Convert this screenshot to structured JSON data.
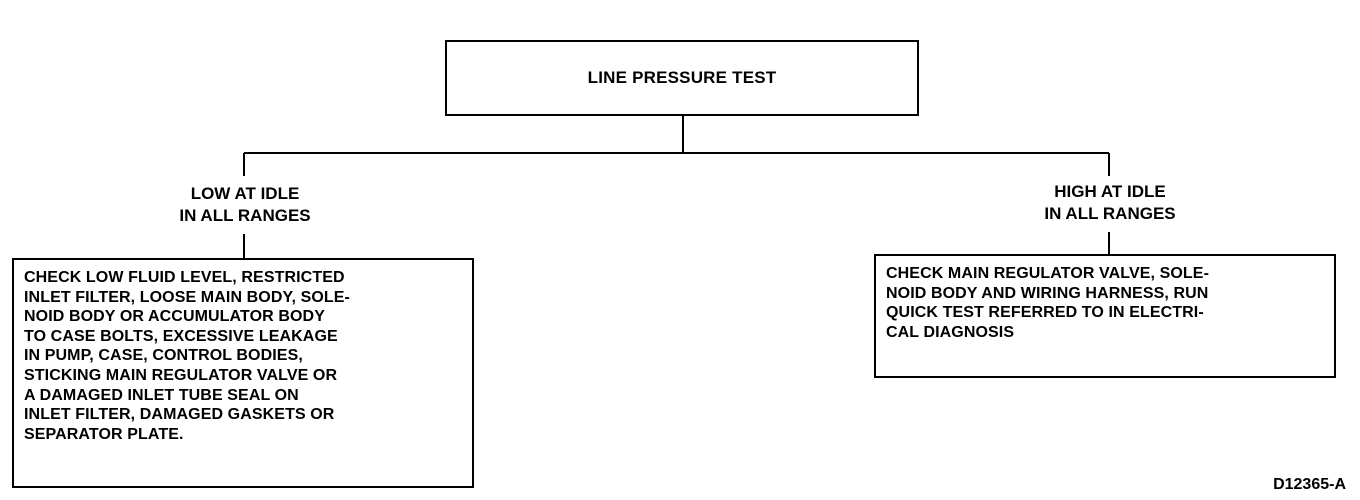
{
  "root": {
    "label": "LINE PRESSURE TEST"
  },
  "branches": {
    "left": {
      "label_line1": "LOW AT IDLE",
      "label_line2": "IN ALL RANGES",
      "lines": [
        "CHECK LOW FLUID LEVEL, RESTRICTED",
        "INLET FILTER, LOOSE MAIN BODY, SOLE-",
        "NOID BODY OR ACCUMULATOR BODY",
        "TO CASE BOLTS, EXCESSIVE LEAKAGE",
        "IN PUMP, CASE, CONTROL BODIES,",
        "STICKING MAIN REGULATOR VALVE OR",
        "A DAMAGED INLET TUBE SEAL ON",
        "INLET FILTER, DAMAGED GASKETS OR",
        "SEPARATOR PLATE."
      ]
    },
    "right": {
      "label_line1": "HIGH AT IDLE",
      "label_line2": "IN ALL RANGES",
      "lines": [
        "CHECK MAIN REGULATOR VALVE, SOLE-",
        "NOID BODY AND WIRING HARNESS, RUN",
        "QUICK TEST REFERRED TO IN ELECTRI-",
        "CAL DIAGNOSIS"
      ]
    }
  },
  "figure_code": "D12365-A"
}
